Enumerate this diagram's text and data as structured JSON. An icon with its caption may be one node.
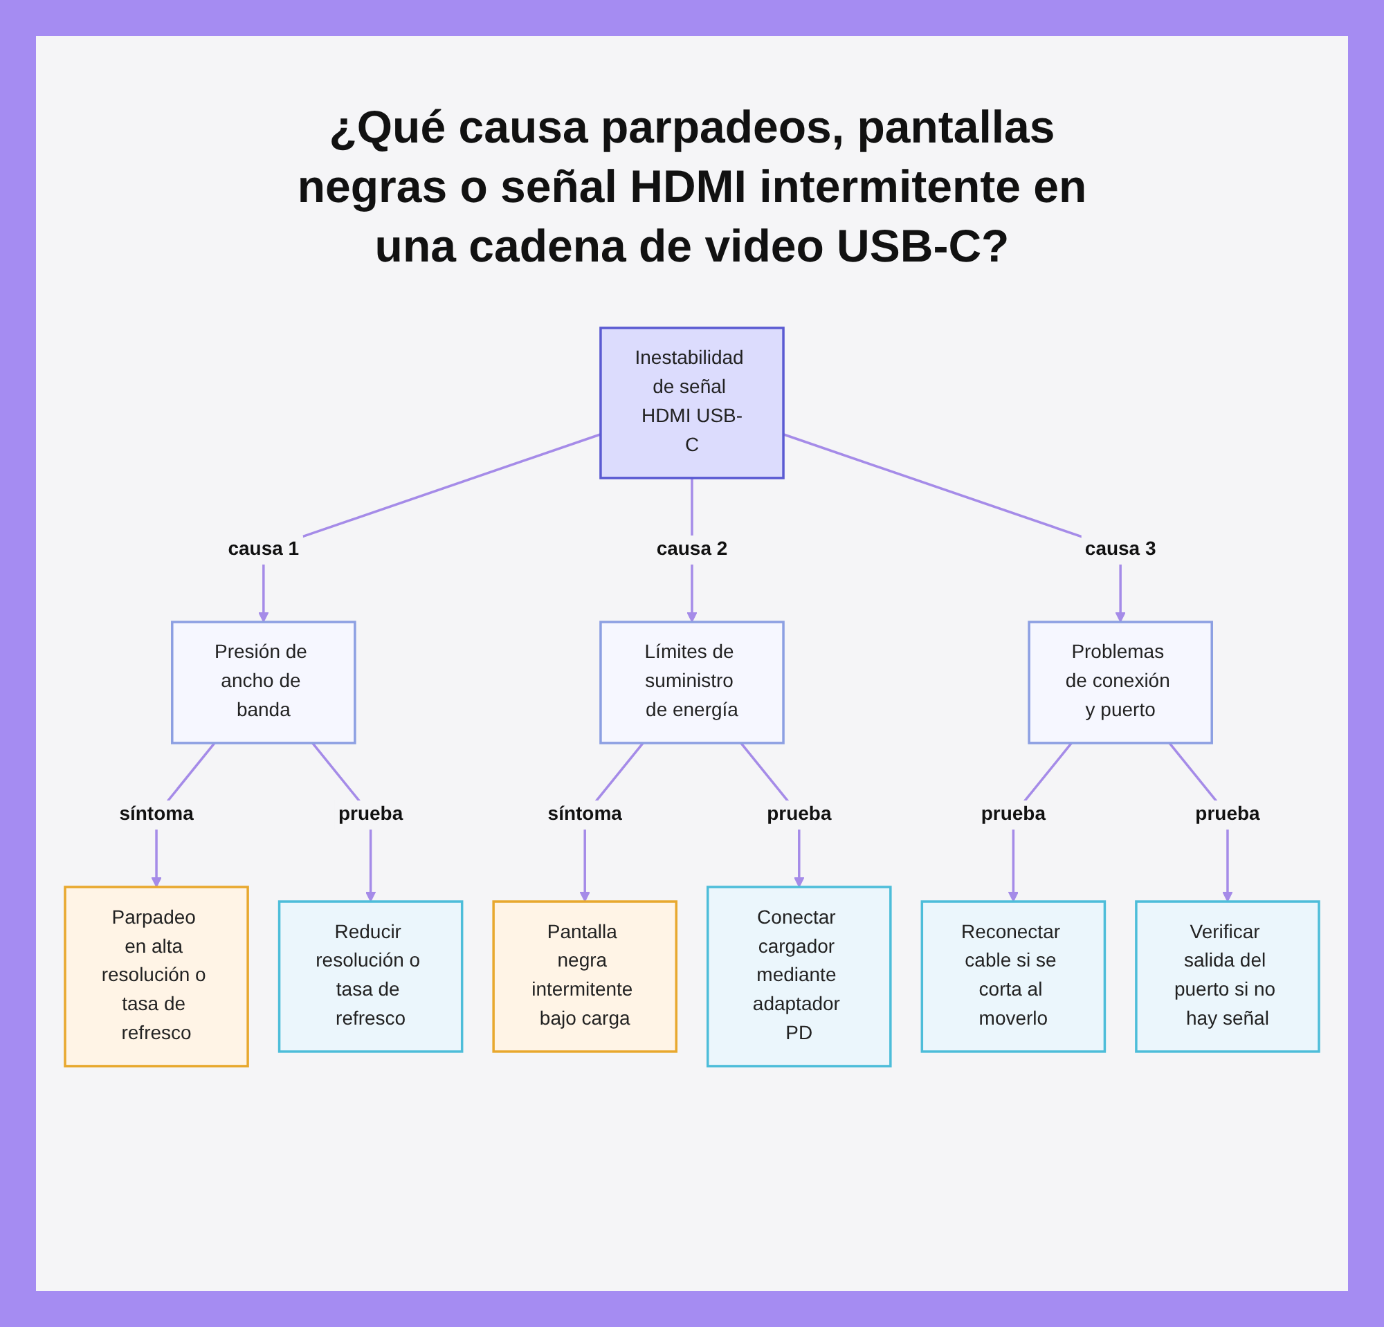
{
  "diagram": {
    "title": "¿Qué causa parpadeos, pantallas negras o señal HDMI intermitente en una cadena de video USB-C?",
    "nodes": [
      {
        "text": [
          "Inestabilidad de señal HDMI USB-C"
        ]
      },
      {
        "text": [
          "Presión de ancho de banda"
        ]
      },
      {
        "text": [
          "Límites de suministro de energía"
        ]
      },
      {
        "text": [
          "Problemas de conexión y puerto"
        ]
      },
      {
        "text": [
          "Parpadeo en alta resolución o tasa de refresco"
        ]
      },
      {
        "text": [
          "Reducir resolución o tasa de refresco"
        ]
      },
      {
        "text": [
          "Pantalla negra intermitente bajo carga"
        ]
      },
      {
        "text": [
          "Conectar cargador mediante adaptador PD"
        ]
      },
      {
        "text": [
          "Reconectar cable si se corta al moverlo"
        ]
      },
      {
        "text": [
          "Verificar salida del puerto si no hay señal"
        ]
      }
    ],
    "edges": [
      {
        "from": 0,
        "to": 1,
        "arrow": "to",
        "label": "causa 1"
      },
      {
        "from": 0,
        "to": 2,
        "arrow": "to",
        "label": "causa 2"
      },
      {
        "from": 0,
        "to": 3,
        "arrow": "to",
        "label": "causa 3"
      },
      {
        "from": 1,
        "to": 4,
        "arrow": "to",
        "label": "síntoma"
      },
      {
        "from": 1,
        "to": 5,
        "arrow": "to",
        "label": "prueba"
      },
      {
        "from": 2,
        "to": 6,
        "arrow": "to",
        "label": "síntoma"
      },
      {
        "from": 2,
        "to": 7,
        "arrow": "to",
        "label": "prueba"
      },
      {
        "from": 3,
        "to": 8,
        "arrow": "to",
        "label": "prueba"
      },
      {
        "from": 3,
        "to": 9,
        "arrow": "to",
        "label": "prueba"
      }
    ]
  }
}
